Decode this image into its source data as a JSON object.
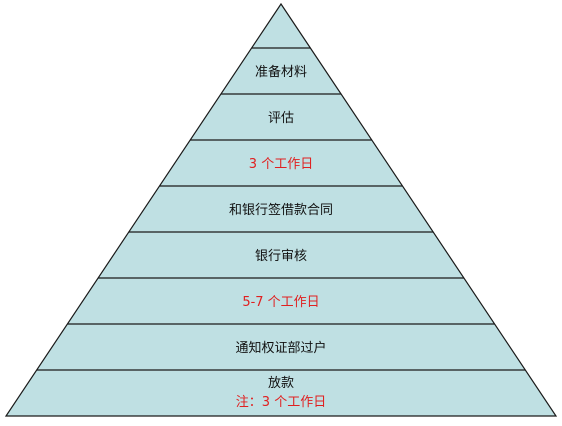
{
  "colors": {
    "fill": "#bfe0e3",
    "stroke": "#1a1a1a",
    "text": "#111111",
    "highlight": "#e02020"
  },
  "tiers": [
    {
      "label": "",
      "highlight": false
    },
    {
      "label": "准备材料",
      "highlight": false
    },
    {
      "label": "评估",
      "highlight": false
    },
    {
      "label": "3 个工作日",
      "highlight": true
    },
    {
      "label": "和银行签借款合同",
      "highlight": false
    },
    {
      "label": "银行审核",
      "highlight": false
    },
    {
      "label": "5-7 个工作日",
      "highlight": true
    },
    {
      "label": "通知权证部过户",
      "highlight": false
    },
    {
      "label": "放款",
      "highlight": false,
      "note": "注：3 个工作日"
    }
  ]
}
